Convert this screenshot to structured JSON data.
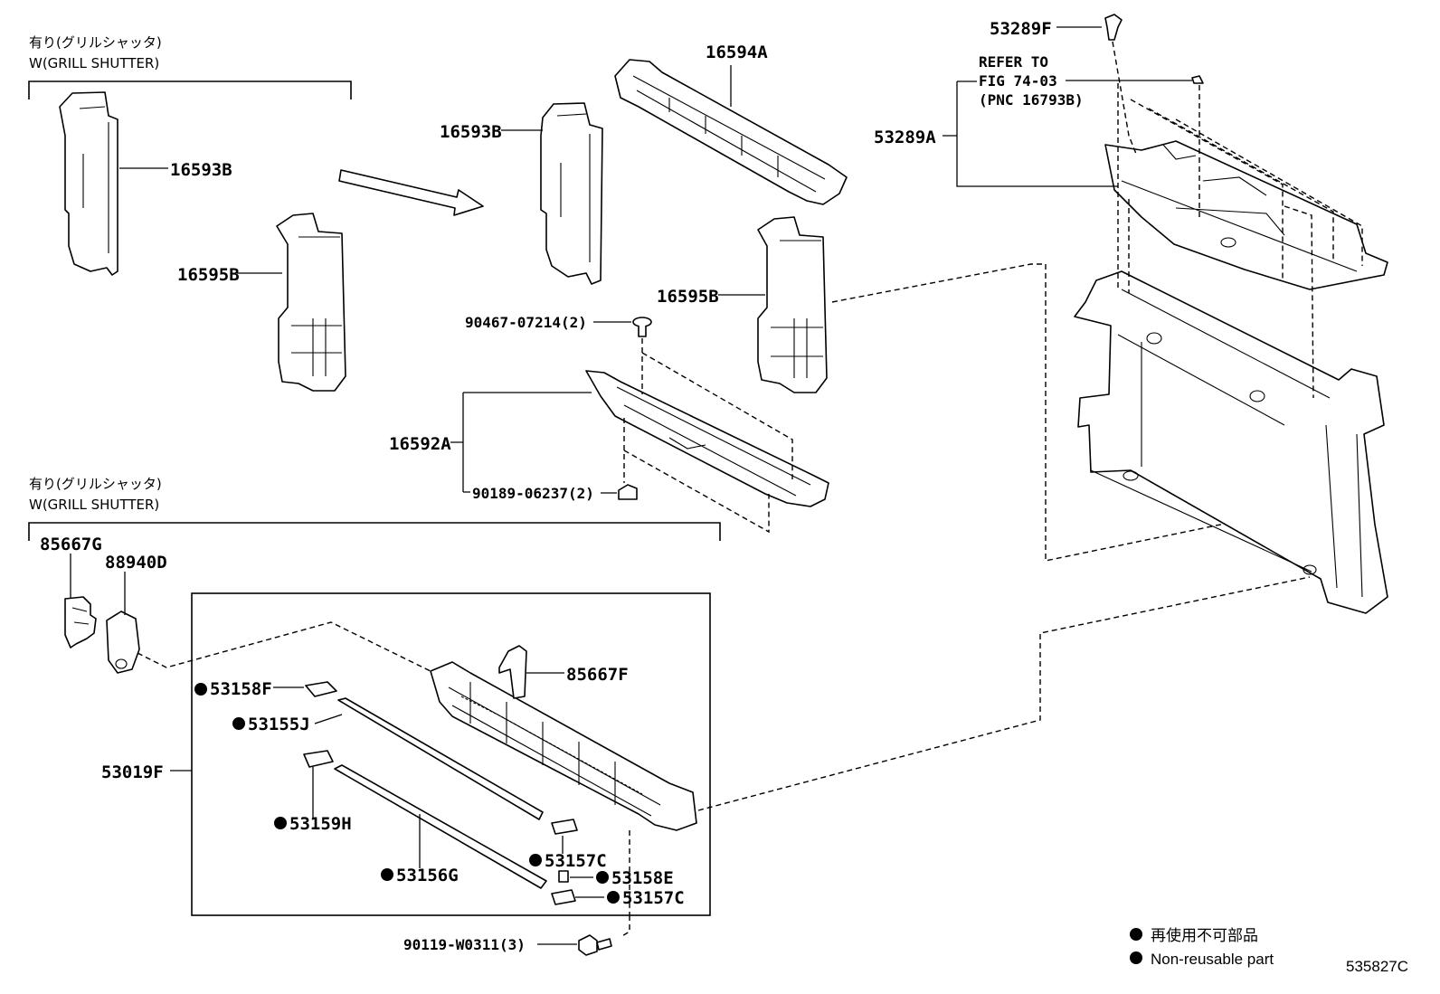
{
  "notes": {
    "grill_shutter_jp_top": "有り(グリルシャッタ)",
    "grill_shutter_en_top": "W(GRILL SHUTTER)",
    "grill_shutter_jp_bottom": "有り(グリルシャッタ)",
    "grill_shutter_en_bottom": "W(GRILL SHUTTER)"
  },
  "reference": {
    "line1": "REFER TO",
    "line2": "FIG 74-03",
    "line3": "(PNC 16793B)"
  },
  "parts": {
    "p16593B_left": "16593B",
    "p16595B_left": "16595B",
    "p16593B_mid": "16593B",
    "p16594A": "16594A",
    "p16595B_mid": "16595B",
    "p90467": "90467-07214(2)",
    "p16592A": "16592A",
    "p90189": "90189-06237(2)",
    "p53289F": "53289F",
    "p53289A": "53289A",
    "p85667G": "85667G",
    "p88940D": "88940D",
    "p85667F": "85667F",
    "p53158F": "53158F",
    "p53155J": "53155J",
    "p53019F": "53019F",
    "p53159H": "53159H",
    "p53156G": "53156G",
    "p53157C_a": "53157C",
    "p53158E": "53158E",
    "p53157C_b": "53157C",
    "p90119": "90119-W0311(3)"
  },
  "legend": {
    "jp": "再使用不可部品",
    "en": "Non-reusable part"
  },
  "figure_id": "535827C"
}
